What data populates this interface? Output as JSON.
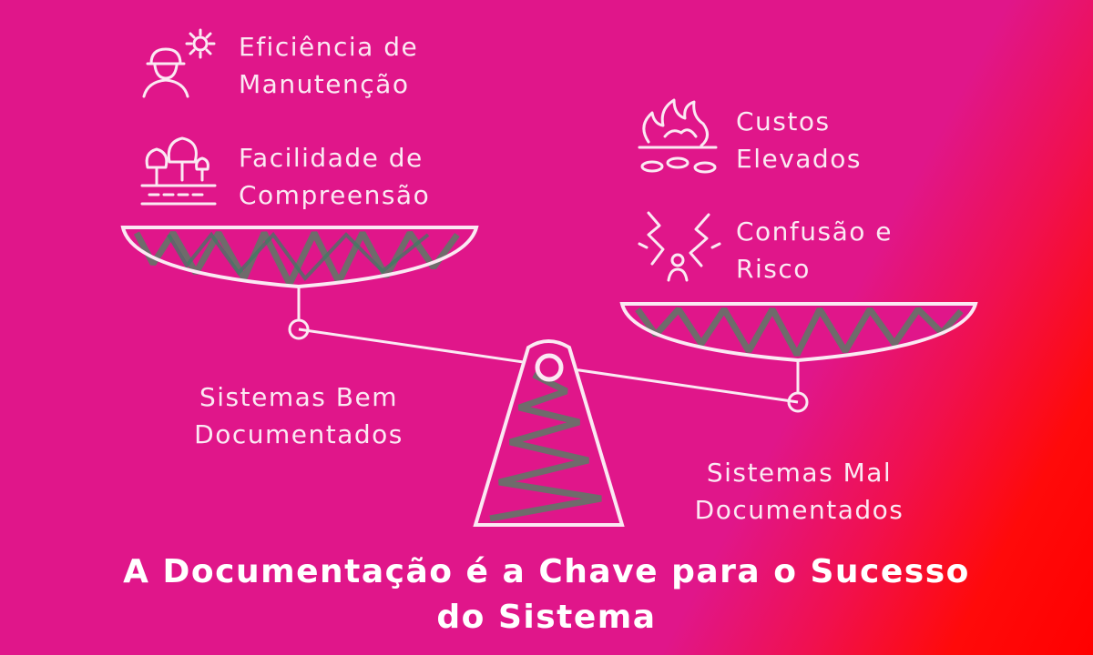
{
  "left_side": {
    "benefits": [
      {
        "line1": "Eficiência de",
        "line2": "Manutenção",
        "icon": "engineer-gear-icon"
      },
      {
        "line1": "Facilidade de",
        "line2": "Compreensão",
        "icon": "trees-landscape-icon"
      }
    ],
    "label_line1": "Sistemas Bem",
    "label_line2": "Documentados"
  },
  "right_side": {
    "drawbacks": [
      {
        "line1": "Custos",
        "line2": "Elevados",
        "icon": "money-fire-icon"
      },
      {
        "line1": "Confusão e",
        "line2": "Risco",
        "icon": "lightning-person-icon"
      }
    ],
    "label_line1": "Sistemas Mal",
    "label_line2": "Documentados"
  },
  "title": {
    "line1": "A Documentação é a Chave para o Sucesso",
    "line2": "do Sistema"
  },
  "colors": {
    "background": "#e0168a",
    "background_corner": "#ff0000",
    "line": "#fbe9f3",
    "hatch": "#6f6b6b"
  }
}
